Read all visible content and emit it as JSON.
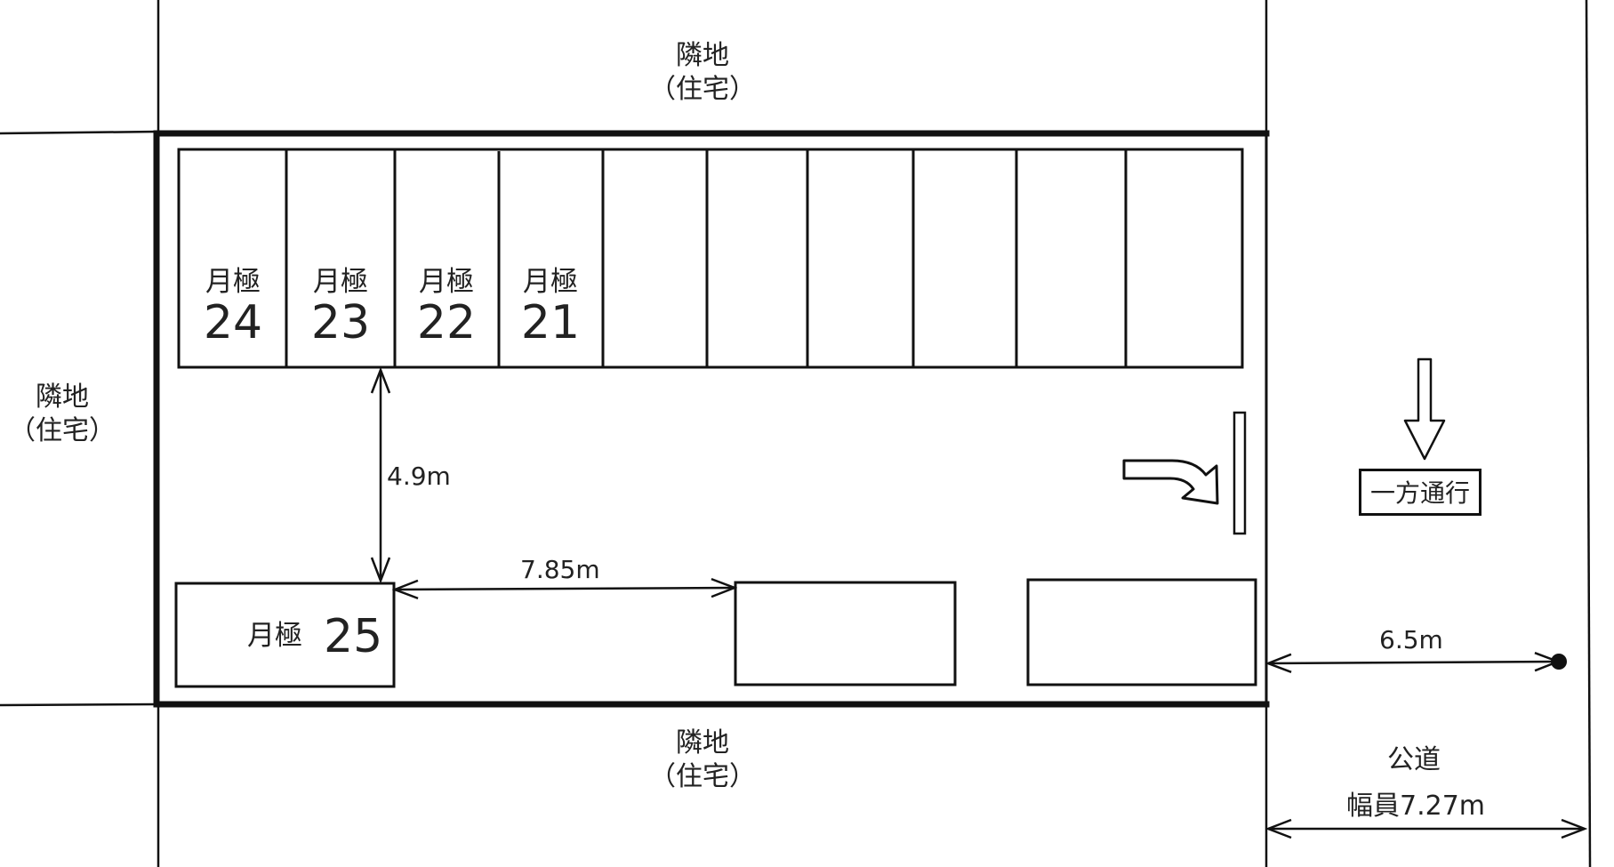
{
  "neighbors": {
    "top": {
      "name": "隣地",
      "type": "（住宅）"
    },
    "left": {
      "name": "隣地",
      "type": "（住宅）"
    },
    "bottom": {
      "name": "隣地",
      "type": "（住宅）"
    }
  },
  "spaces": [
    {
      "label": "月極",
      "number": "24"
    },
    {
      "label": "月極",
      "number": "23"
    },
    {
      "label": "月極",
      "number": "22"
    },
    {
      "label": "月極",
      "number": "21"
    }
  ],
  "space25": {
    "label": "月極",
    "number": "25"
  },
  "dimensions": {
    "aisle_width": "4.9m",
    "gap_width": "7.85m",
    "road_distance": "6.5m"
  },
  "road": {
    "sign": "一方通行",
    "name": "公道",
    "width": "幅員7.27m"
  }
}
